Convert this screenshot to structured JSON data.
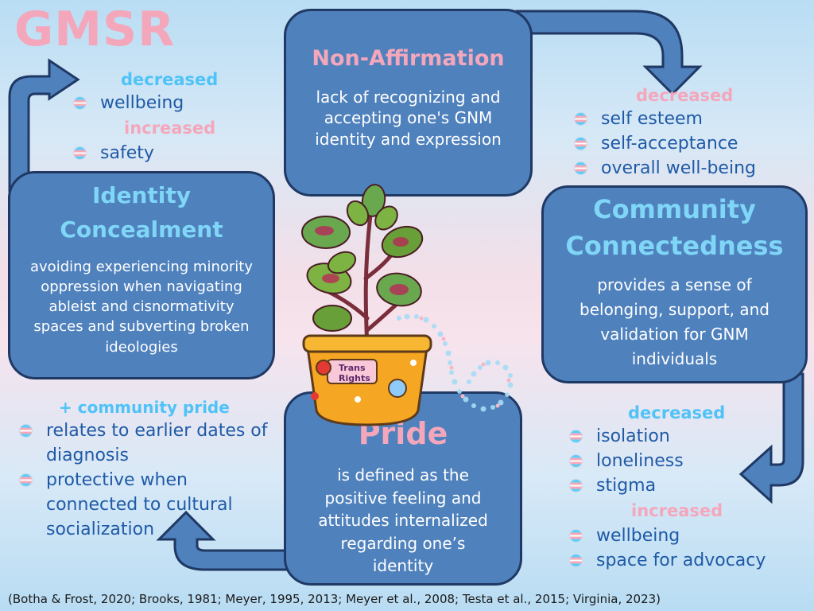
{
  "title": "GMSR",
  "non_affirmation": {
    "title": "Non-Affirmation",
    "text": "lack of recognizing and accepting one's GNM identity and expression"
  },
  "identity_concealment": {
    "title": "Identity Concealment",
    "text": "avoiding experiencing minority oppression when navigating ableist and cisnormativity spaces and subverting broken ideologies"
  },
  "community_connectedness": {
    "title": "Community Connectedness",
    "text": "provides a sense of belonging, support, and validation for GNM individuals"
  },
  "pride": {
    "title": "Pride",
    "text": "is defined as the positive feeling and attitudes internalized regarding one’s identity"
  },
  "top_left_list": {
    "decreased_label": "decreased",
    "decreased": [
      "wellbeing"
    ],
    "increased_label": "increased",
    "increased": [
      "safety"
    ]
  },
  "top_right_list": {
    "decreased_label": "decreased",
    "decreased": [
      "self esteem",
      "self-acceptance",
      "overall well-being"
    ]
  },
  "bottom_left_list": {
    "label": "+ community pride",
    "items": [
      "relates to earlier dates of diagnosis",
      "protective when connected to cultural socialization"
    ]
  },
  "bottom_right_list": {
    "decreased_label": "decreased",
    "decreased": [
      "isolation",
      "loneliness",
      "stigma"
    ],
    "increased_label": "increased",
    "increased": [
      "wellbeing",
      "space for advocacy"
    ]
  },
  "pot_sticker": {
    "line1": "Trans",
    "line2": "Rights"
  },
  "citation": "(Botha & Frost, 2020; Brooks, 1981; Meyer, 1995, 2013; Meyer et al., 2008; Testa et al., 2015; Virginia, 2023)",
  "colors": {
    "card_fill": "#4f81bd",
    "card_border": "#1f3864",
    "pink": "#f4a7bb",
    "light_blue": "#7fd6f7",
    "text_blue": "#1f5aa6"
  }
}
